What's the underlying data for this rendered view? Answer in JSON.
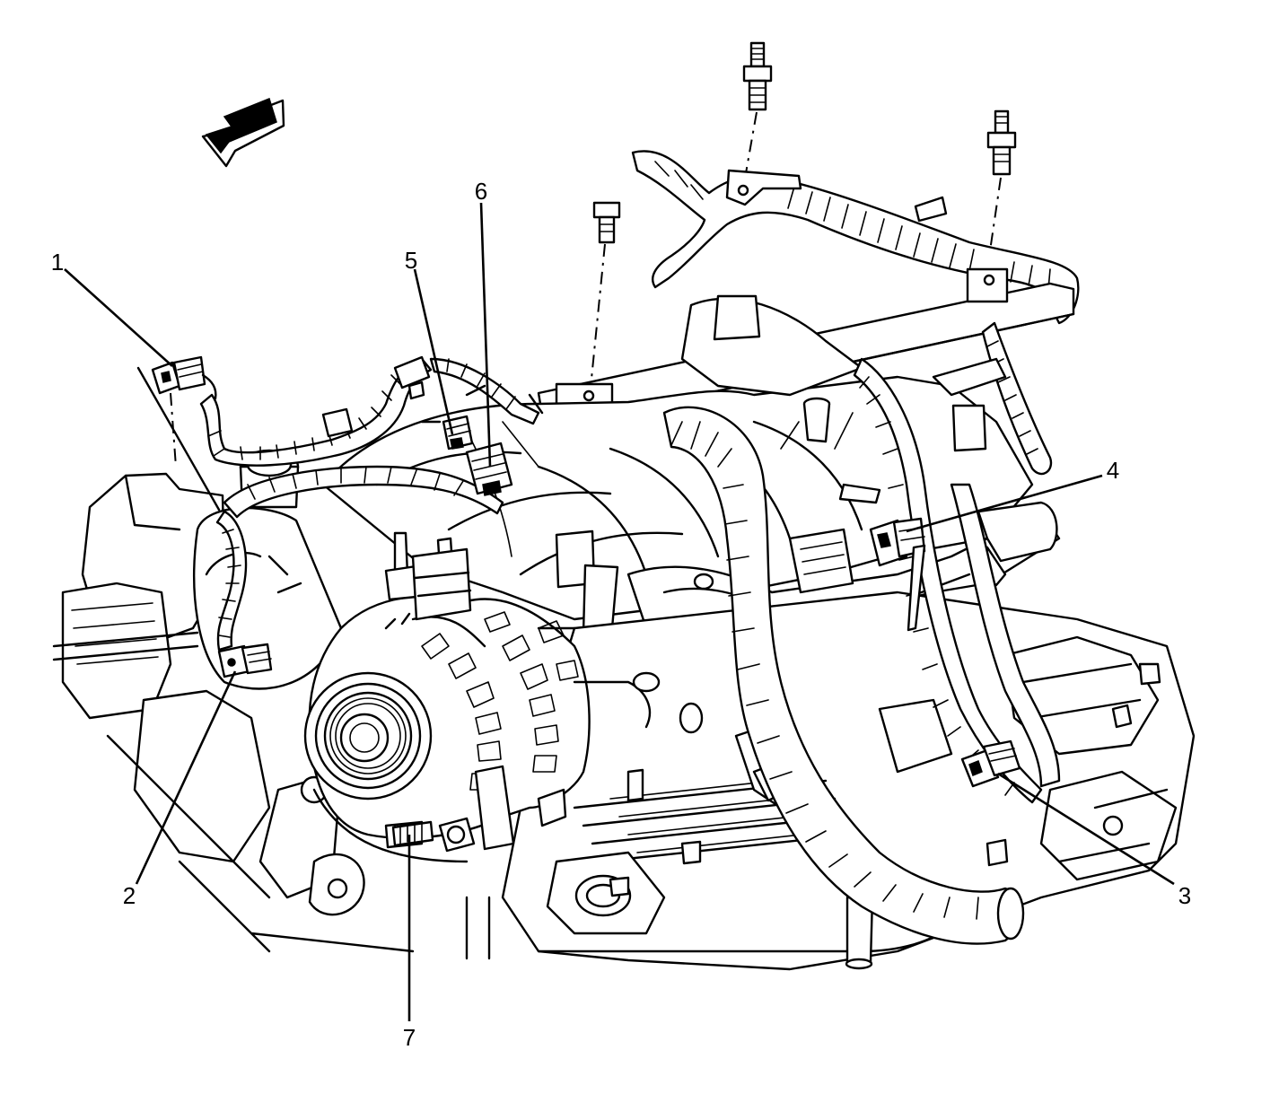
{
  "callouts": [
    {
      "id": 1,
      "label": "1"
    },
    {
      "id": 2,
      "label": "2"
    },
    {
      "id": 3,
      "label": "3"
    },
    {
      "id": 4,
      "label": "4"
    },
    {
      "id": 5,
      "label": "5"
    },
    {
      "id": 6,
      "label": "6"
    },
    {
      "id": 7,
      "label": "7"
    }
  ],
  "icons": {
    "direction_arrow": "front-direction-arrow-icon"
  }
}
